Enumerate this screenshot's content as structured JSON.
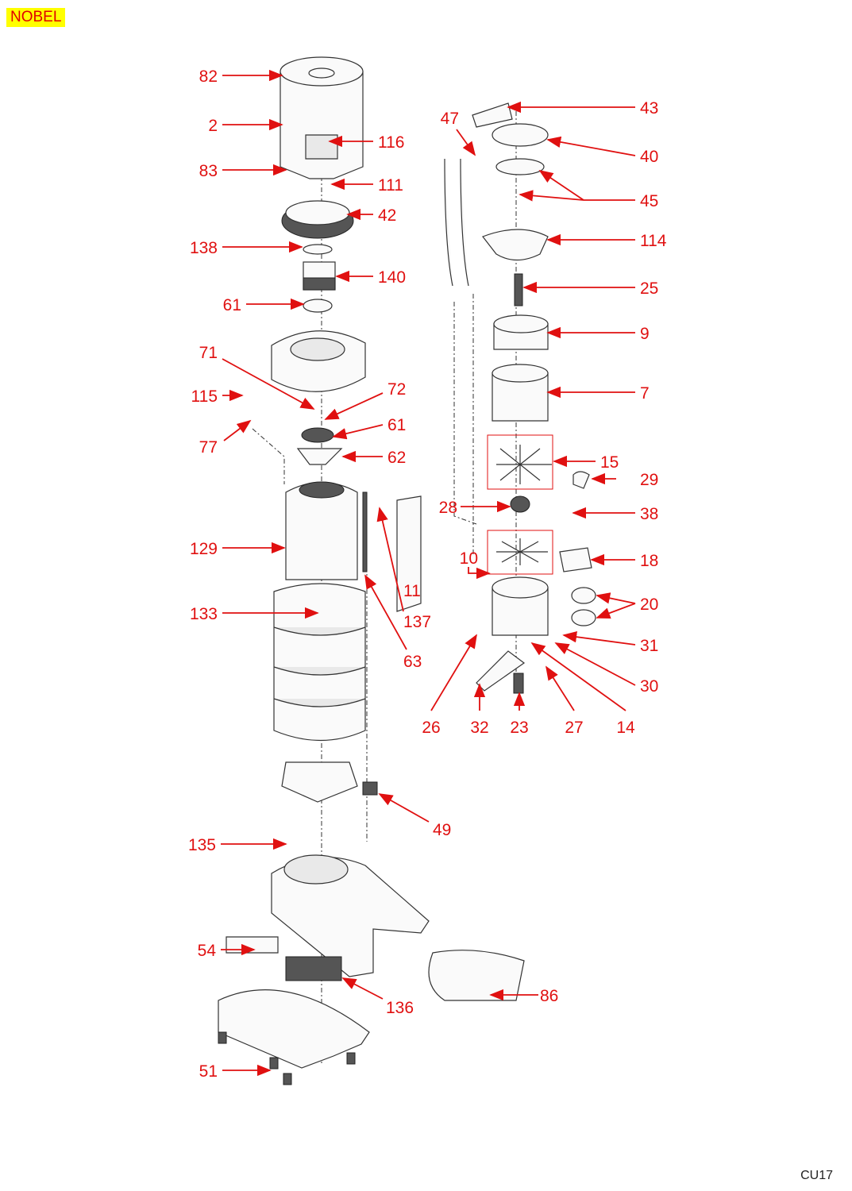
{
  "header": {
    "brand": "NOBEL"
  },
  "footer": {
    "code": "CU17"
  },
  "colors": {
    "label": "#e01010",
    "brand_bg": "#ffff00"
  },
  "callouts": [
    "82",
    "2",
    "116",
    "83",
    "111",
    "42",
    "138",
    "140",
    "61",
    "71",
    "72",
    "115",
    "61",
    "77",
    "62",
    "129",
    "137",
    "63",
    "133",
    "135",
    "49",
    "54",
    "136",
    "86",
    "51",
    "47",
    "43",
    "40",
    "45",
    "114",
    "25",
    "9",
    "7",
    "15",
    "29",
    "28",
    "38",
    "10",
    "18",
    "11",
    "20",
    "31",
    "30",
    "26",
    "32",
    "23",
    "27",
    "14"
  ]
}
